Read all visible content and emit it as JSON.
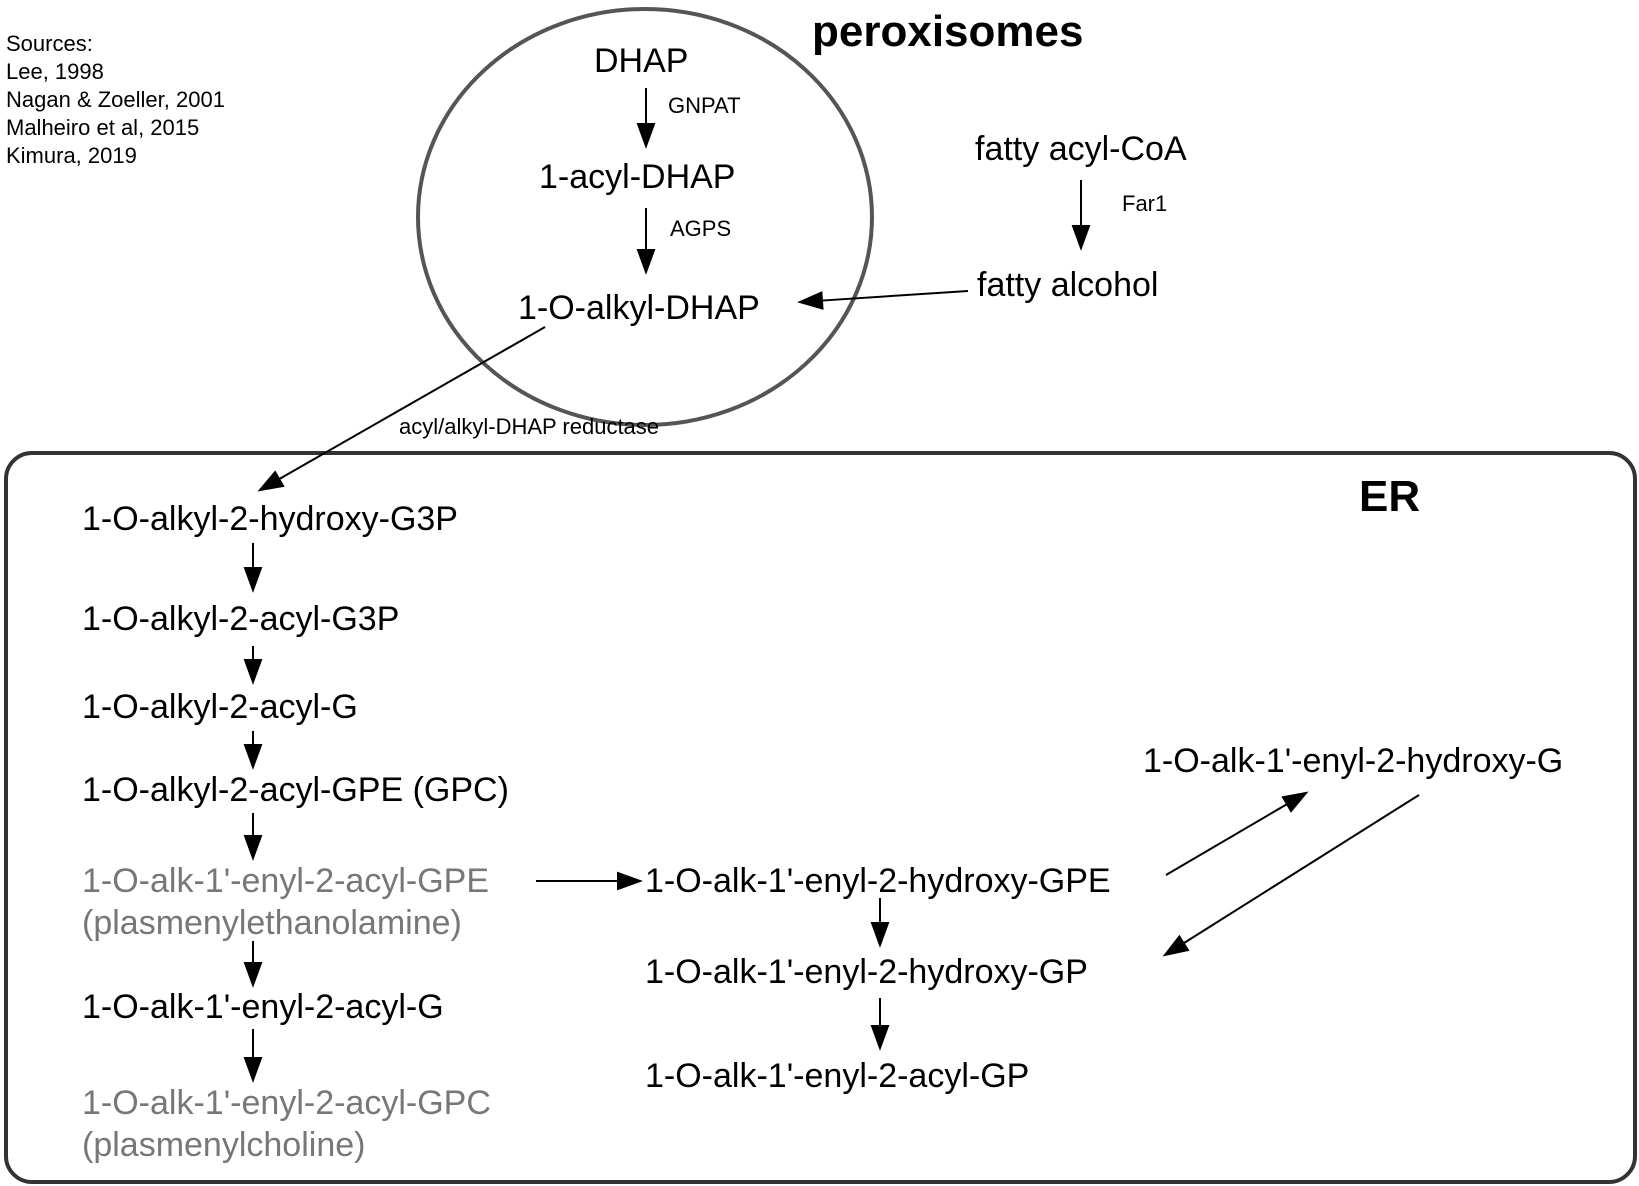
{
  "sources": {
    "heading": "Sources:",
    "items": [
      "Lee, 1998",
      "Nagan & Zoeller, 2001",
      "Malheiro et al, 2015",
      "Kimura, 2019"
    ]
  },
  "compartments": {
    "peroxisomes": "peroxisomes",
    "er": "ER"
  },
  "colors": {
    "line": "#000000",
    "membrane": "#555555",
    "highlight_text": "#777777"
  },
  "peroxisome_nodes": {
    "dhap": "DHAP",
    "acyl_dhap": "1-acyl-DHAP",
    "alkyl_dhap": "1-O-alkyl-DHAP"
  },
  "enzymes": {
    "gnpat": "GNPAT",
    "agps": "AGPS",
    "far1": "Far1",
    "reductase": "acyl/alkyl-DHAP reductase"
  },
  "cytosol_nodes": {
    "fatty_acyl_coa": "fatty acyl-CoA",
    "fatty_alcohol": "fatty alcohol"
  },
  "er_nodes": {
    "alkyl_hydroxy_g3p": "1-O-alkyl-2-hydroxy-G3P",
    "alkyl_acyl_g3p": "1-O-alkyl-2-acyl-G3P",
    "alkyl_acyl_g": "1-O-alkyl-2-acyl-G",
    "alkyl_acyl_gpe": "1-O-alkyl-2-acyl-GPE (GPC)",
    "plasmenyl_gpe": "1-O-alk-1'-enyl-2-acyl-GPE",
    "plasmenyl_gpe_name": "(plasmenylethanolamine)",
    "alkenyl_acyl_g": "1-O-alk-1'-enyl-2-acyl-G",
    "plasmenyl_gpc": "1-O-alk-1'-enyl-2-acyl-GPC",
    "plasmenyl_gpc_name": "(plasmenylcholine)",
    "alkenyl_hydroxy_gpe": "1-O-alk-1'-enyl-2-hydroxy-GPE",
    "alkenyl_hydroxy_g": "1-O-alk-1'-enyl-2-hydroxy-G",
    "alkenyl_hydroxy_gp": "1-O-alk-1'-enyl-2-hydroxy-GP",
    "alkenyl_acyl_gp": "1-O-alk-1'-enyl-2-acyl-GP"
  }
}
